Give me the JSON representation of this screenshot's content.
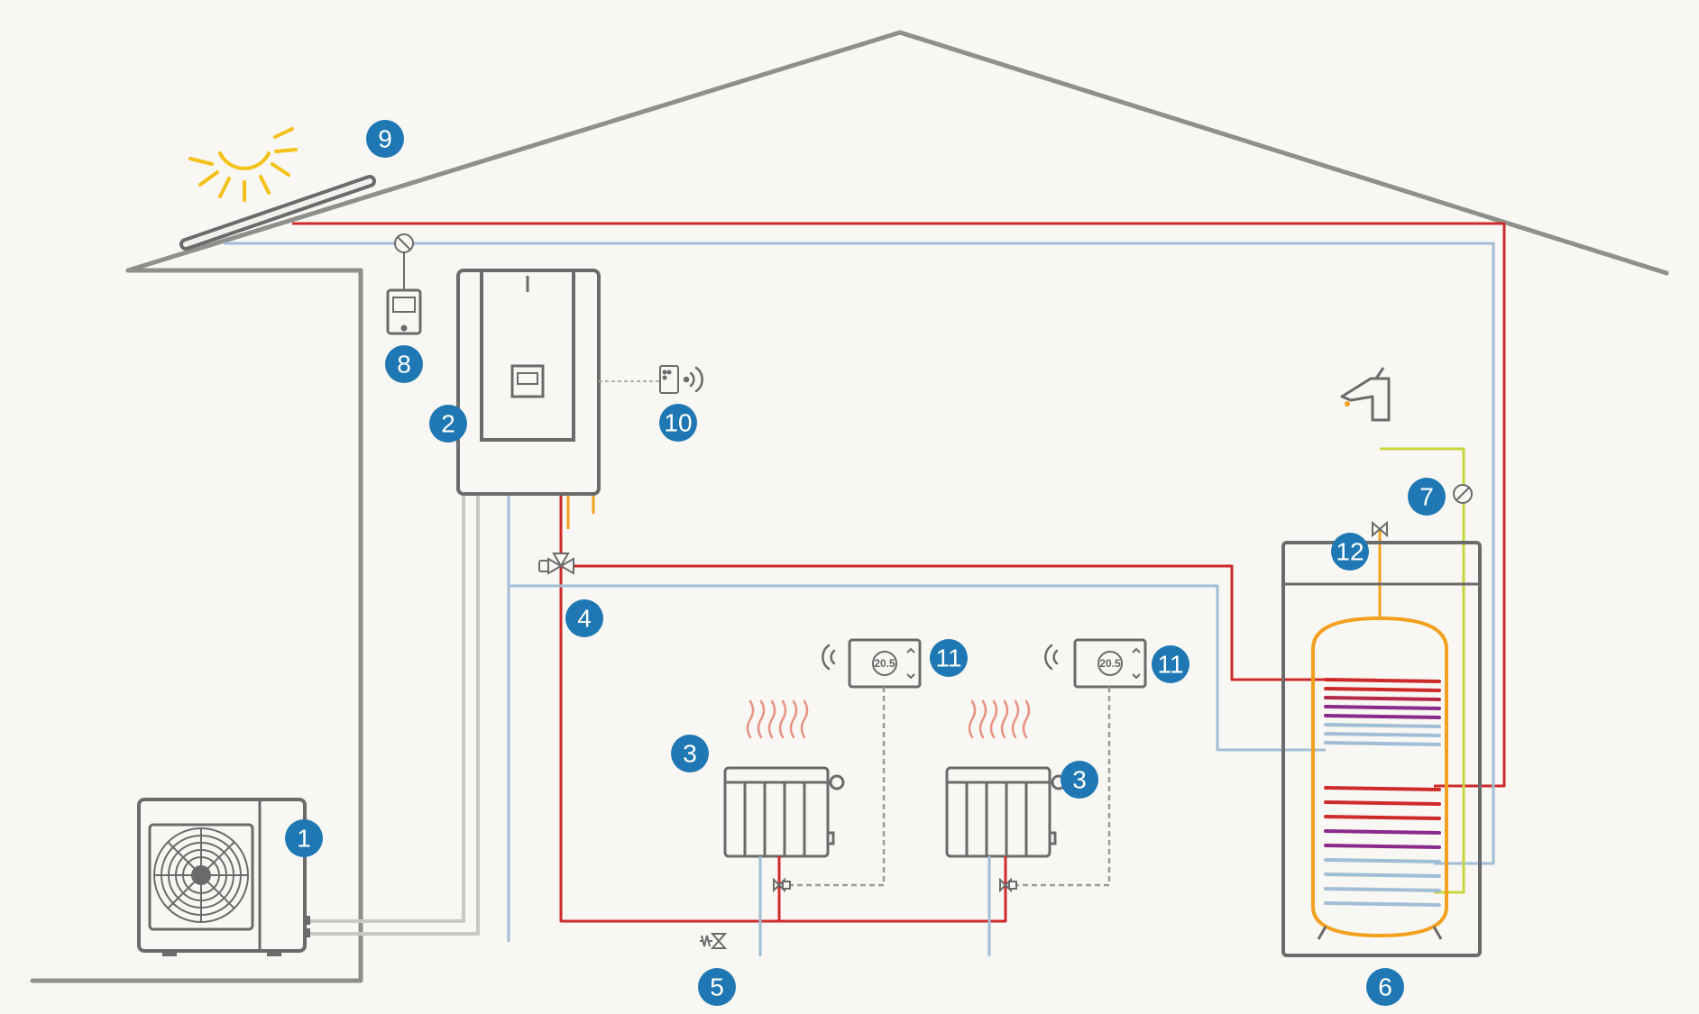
{
  "colors": {
    "background": "#f8f7f3",
    "structure": "#8f8f8b",
    "equipment": "#6b6b6b",
    "hot_pipe": "#cf2a2a",
    "cold_pipe": "#a2bed6",
    "dhw_pipe": "#f2a01e",
    "recirc_pipe": "#c7d63c",
    "signal_line": "#9a9a9a",
    "badge": "#1f78b4",
    "sun": "#f4c118",
    "coil_mix": "#8a2a8a"
  },
  "badges": [
    {
      "id": "outdoor-unit",
      "label": "1"
    },
    {
      "id": "indoor-unit",
      "label": "2"
    },
    {
      "id": "radiator-left",
      "label": "3"
    },
    {
      "id": "radiator-right",
      "label": "3"
    },
    {
      "id": "three-way-valve",
      "label": "4"
    },
    {
      "id": "safety-valve",
      "label": "5"
    },
    {
      "id": "storage-tank",
      "label": "6"
    },
    {
      "id": "recirculation-pump",
      "label": "7"
    },
    {
      "id": "solar-controller",
      "label": "8"
    },
    {
      "id": "solar-collector",
      "label": "9"
    },
    {
      "id": "wireless-gateway",
      "label": "10"
    },
    {
      "id": "thermostat-left",
      "label": "11"
    },
    {
      "id": "thermostat-right",
      "label": "11"
    },
    {
      "id": "mixing-valve",
      "label": "12"
    }
  ],
  "thermostats": [
    {
      "display": "20.5"
    },
    {
      "display": "20.5"
    }
  ],
  "icons": [
    "sun-icon",
    "solar-panel-icon",
    "faucet-icon",
    "wireless-signal-icon",
    "fan-icon",
    "pump-icon",
    "valve-icon"
  ]
}
